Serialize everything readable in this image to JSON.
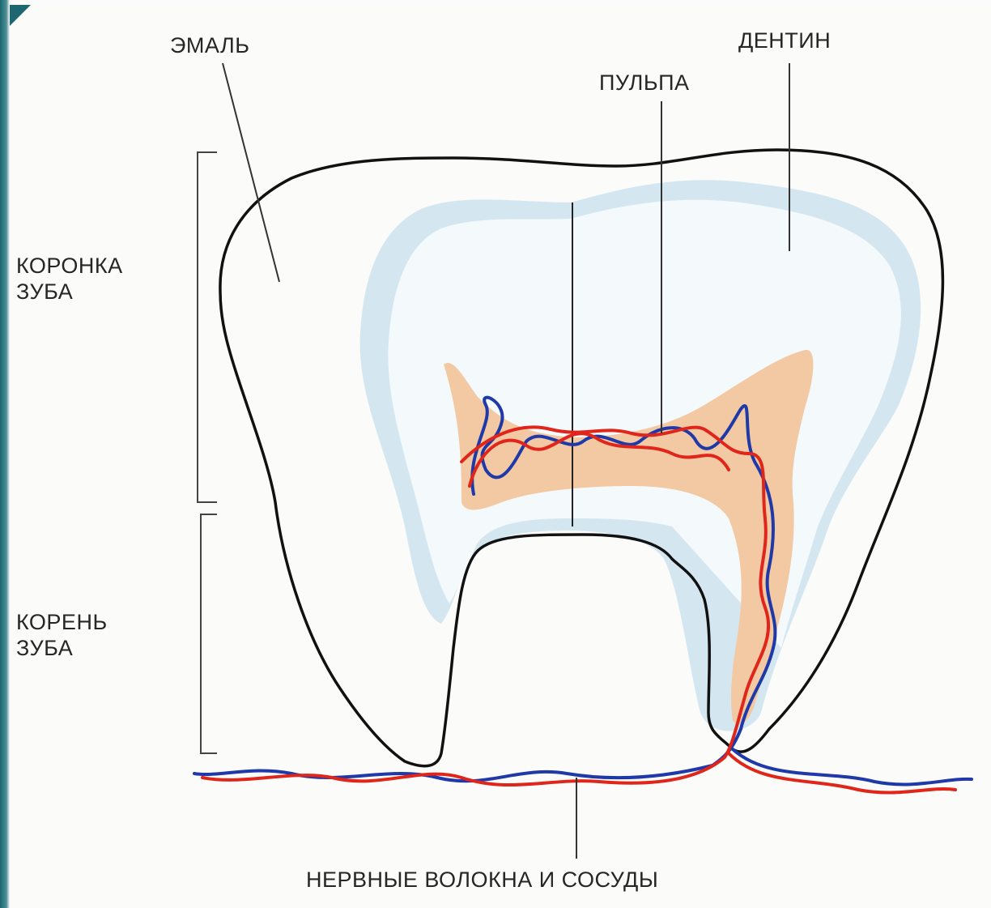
{
  "labels": {
    "enamel": "ЭМАЛЬ",
    "dentin": "ДЕНТИН",
    "pulp": "ПУЛЬПА",
    "crown": "КОРОНКА\nЗУБА",
    "root": "КОРЕНЬ\nЗУБА",
    "nerves": "НЕРВНЫЕ ВОЛОКНА И СОСУДЫ"
  },
  "colors": {
    "frame": "#1c6770",
    "dentin": "#d6e8f2",
    "pulp": "#f3c9a4",
    "artery": "#e0261a",
    "vein": "#1f3aa8",
    "outline": "#111111"
  }
}
